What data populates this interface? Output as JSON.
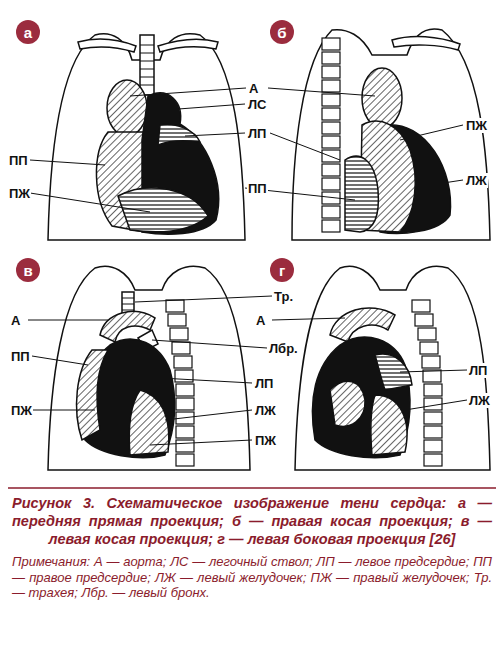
{
  "diagram": {
    "caption": "Рисунок 3. Схематическое изображение тени сердца: а — передняя прямая проекция; б — правая косая проекция; в — левая косая проекция; г — левая боковая проекция [26]",
    "nodes": [
      {
        "text": [
          "а"
        ]
      },
      {
        "text": [
          "б"
        ]
      },
      {
        "text": [
          "в"
        ]
      },
      {
        "text": [
          "г"
        ]
      }
    ],
    "labels": [
      "А",
      "ЛС",
      "ЛП",
      "ПЖ",
      "ЛЖ",
      "ПП",
      "ПП",
      "ПЖ",
      "Тр.",
      "А",
      "А",
      "Лбр.",
      "ПП",
      "ЛП",
      "ЛП",
      "ПЖ",
      "ЛЖ",
      "ЛЖ",
      "ПЖ",
      "Примечания: А — аорта; ЛС — легочный ствол; ЛП — левое предсердие; ПП — правое предсердие; ЛЖ — левый желудочек; ПЖ — правый желудочек; Тр. — трахея; Лбр. — левый бронх."
    ]
  }
}
